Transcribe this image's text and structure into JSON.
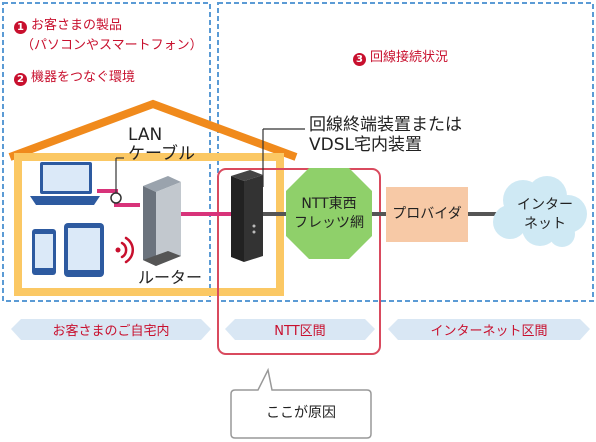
{
  "legend": {
    "item1": {
      "number": "1",
      "line1": "お客さまの製品",
      "line2": "（パソコンやスマートフォン）"
    },
    "item2": {
      "number": "2",
      "label": "機器をつなぐ環境"
    },
    "item3": {
      "number": "3",
      "label": "回線接続状況"
    }
  },
  "labels": {
    "lan_cable_line1": "LAN",
    "lan_cable_line2": "ケーブル",
    "router": "ルーター",
    "onu_line1": "回線終端装置または",
    "onu_line2": "VDSL宅内装置",
    "ntt_line1": "NTT東西",
    "ntt_line2": "フレッツ網",
    "provider": "プロバイダ",
    "internet_line1": "インター",
    "internet_line2": "ネット"
  },
  "zones": {
    "home": "お客さまのご自宅内",
    "ntt": "NTT区間",
    "internet": "インターネット区間"
  },
  "callout": "ここが原因",
  "colors": {
    "accent_red": "#c8102e",
    "dashed_blue": "#5b9bd5",
    "house_orange": "#f08a1c",
    "house_yellow": "#fbc864",
    "cable_pink": "#d8337a",
    "zone_fill": "#d9e7f4",
    "ntt_green": "#8fd06a",
    "provider_fill": "#f7c9a6",
    "cloud_fill": "#cfe9f4",
    "device_blue": "#2d5aa0"
  }
}
